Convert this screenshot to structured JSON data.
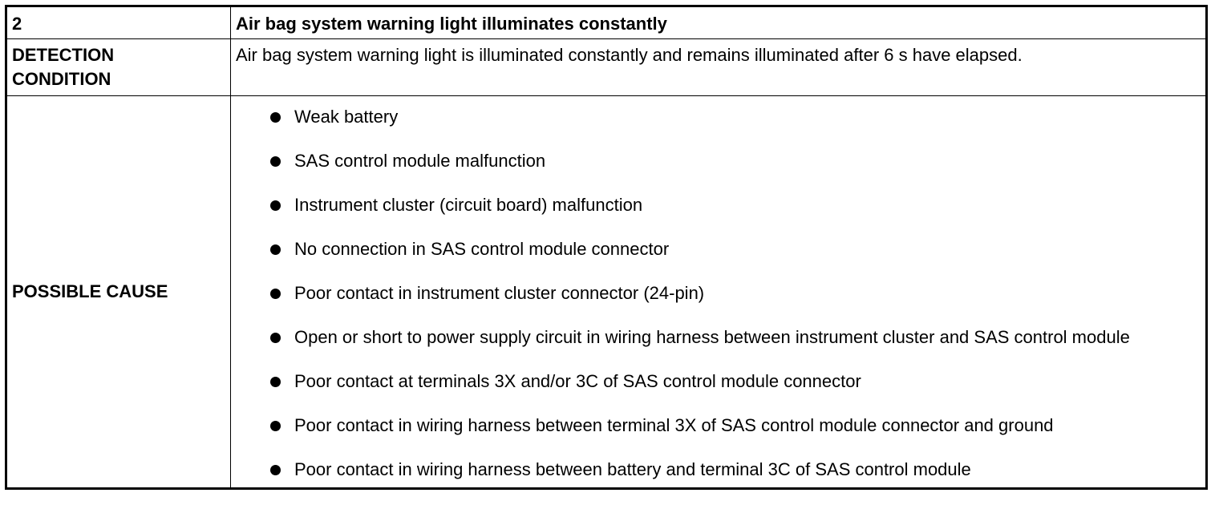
{
  "table": {
    "header": {
      "number": "2",
      "title": "Air bag system warning light illuminates constantly"
    },
    "detection": {
      "label_line1": "DETECTION",
      "label_line2": "CONDITION",
      "text": "Air bag system warning light is illuminated constantly and remains illuminated after 6 s have elapsed."
    },
    "possible_cause": {
      "label": "POSSIBLE CAUSE",
      "items": [
        "Weak battery",
        "SAS control module malfunction",
        "Instrument cluster (circuit board) malfunction",
        "No connection in SAS control module connector",
        "Poor contact in instrument cluster connector (24-pin)",
        "Open or short to power supply circuit in wiring harness between instrument cluster and SAS control module",
        "Poor contact at terminals 3X and/or 3C of SAS control module connector",
        "Poor contact in wiring harness between terminal 3X of SAS control module connector and ground",
        "Poor contact in wiring harness between battery and terminal 3C of SAS control module"
      ]
    }
  }
}
